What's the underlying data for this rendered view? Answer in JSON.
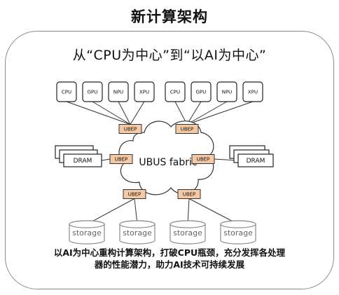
{
  "title": "新计算架构",
  "subtitle": "从“CPU为中心”到“以AI为中心”",
  "processor_groups": [
    [
      "CPU",
      "GPU",
      "NPU",
      "XPU"
    ],
    [
      "CPU",
      "GPU",
      "NPU",
      "XPU"
    ]
  ],
  "ubep_label": "UBEP",
  "fabric_label": "UBUS fabric",
  "dram_label": "DRAM",
  "storage_label": "storage",
  "caption": {
    "line1": "以AI为中心重构计算架构，打破CPU瓶颈，充分发挥各处理",
    "line2": "器的性能潜力，助力AI技术可持续发展"
  },
  "colors": {
    "ubep_fill": "#f4c9a4",
    "frame_border": "#8a8a8a",
    "storage_text": "#666666"
  }
}
